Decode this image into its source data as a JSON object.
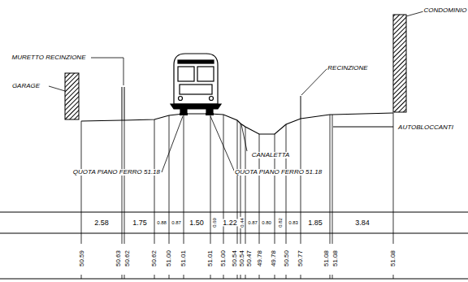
{
  "diagram": {
    "labels": [
      "GARAGE",
      "MURETTO RECINZIONE",
      "CONDOMINIO",
      "RECINZIONE",
      "AUTOBLOCCANTI",
      "CANALETTA",
      "QUOTA PIANO FERRO 51.18",
      "QUOTA PIANO FERRO 51.18",
      "2.58",
      "1.75",
      "0.88",
      "0.87",
      "1.50",
      "0.69",
      "1.22",
      "0.44",
      "0.87",
      "0.80",
      "0.82",
      "0.83",
      "1.85",
      "3.84",
      "50.59",
      "50.63",
      "50.62",
      "50.62",
      "51.00",
      "51.01",
      "51.01",
      "51.00",
      "50.54",
      "50.54",
      "50.47",
      "49.78",
      "49.78",
      "50.50",
      "50.77",
      "51.08",
      "51.08",
      "51.08"
    ]
  }
}
